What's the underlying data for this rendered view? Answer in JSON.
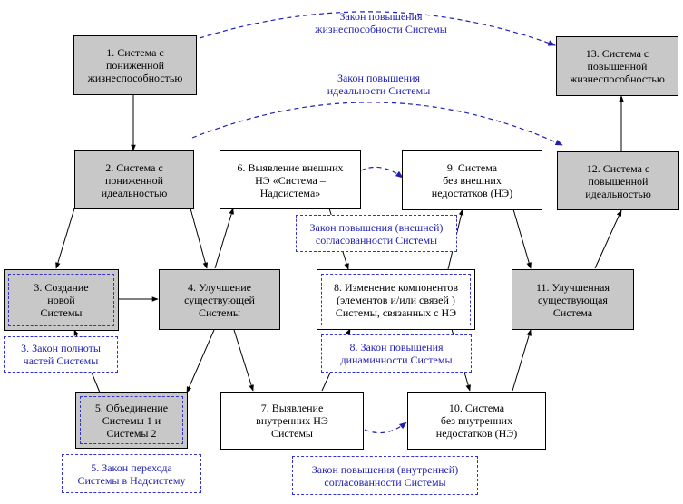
{
  "nodes": {
    "n1": "1. Система с\nпониженной\nжизнеспособностью",
    "n2": "2. Система с\nпониженной\nидеальностью",
    "n3": "3. Создание\nновой\nСистемы",
    "n4": "4. Улучшение\nсуществующей\nСистемы",
    "n5": "5. Объединение\nСистемы 1 и\nСистемы 2",
    "n6": "6. Выявление внешних\nНЭ «Система –\nНадсистема»",
    "n7": "7. Выявление\nвнутренних  НЭ\nСистемы",
    "n8": "8. Изменение компонентов\n(элементов и/или связей )\nСистемы, связанных с НЭ",
    "n9": "9. Система\nбез внешних\nнедостатков (НЭ)",
    "n10": "10. Система\nбез внутренних\nнедостатков (НЭ)",
    "n11": "11. Улучшенная\nсуществующая\nСистема",
    "n12": "12. Система с\nповышенной\nидеальностью",
    "n13": "13. Система с\nповышенной\nжизнеспособностью"
  },
  "laws": {
    "vitality": "Закон повышения\nжизнеспособности Системы",
    "ideality": "Закон повышения\nидеальности Системы",
    "completeness": "3. Закон полноты\nчастей Системы",
    "supersystem": "5. Закон перехода\nСистемы в Надсистему",
    "external": "Закон повышения (внешней)\nсогласованности Системы",
    "dynamics": "8. Закон повышения\nдинамичности Системы",
    "internal": "Закон повышения (внутренней)\nсогласованности Системы"
  },
  "colors": {
    "gray_fill": "#c8c8c8",
    "law_text": "#1f1fb3",
    "dashed_arrow": "#1f1fb3",
    "solid_arrow": "#000000"
  }
}
